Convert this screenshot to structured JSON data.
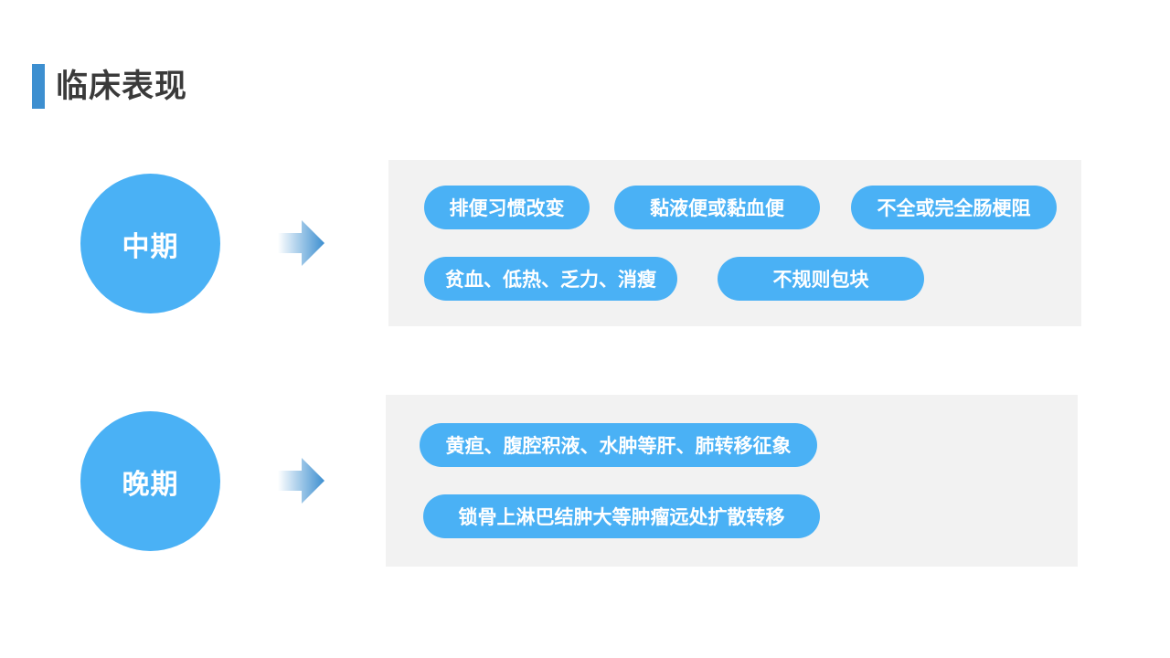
{
  "title": "临床表现",
  "stages": [
    {
      "label": "中期",
      "symptoms": [
        "排便习惯改变",
        "黏液便或黏血便",
        "不全或完全肠梗阻",
        "贫血、低热、乏力、消瘦",
        "不规则包块"
      ]
    },
    {
      "label": "晚期",
      "symptoms": [
        "黄疸、腹腔积液、水肿等肝、肺转移征象",
        "锁骨上淋巴结肿大等肿瘤远处扩散转移"
      ]
    }
  ],
  "colors": {
    "accent": "#3d8fd0",
    "pill": "#4ab1f5",
    "panel": "#f2f2f2",
    "title_text": "#3a3a3a"
  },
  "icons": [
    "right-arrow-icon"
  ]
}
